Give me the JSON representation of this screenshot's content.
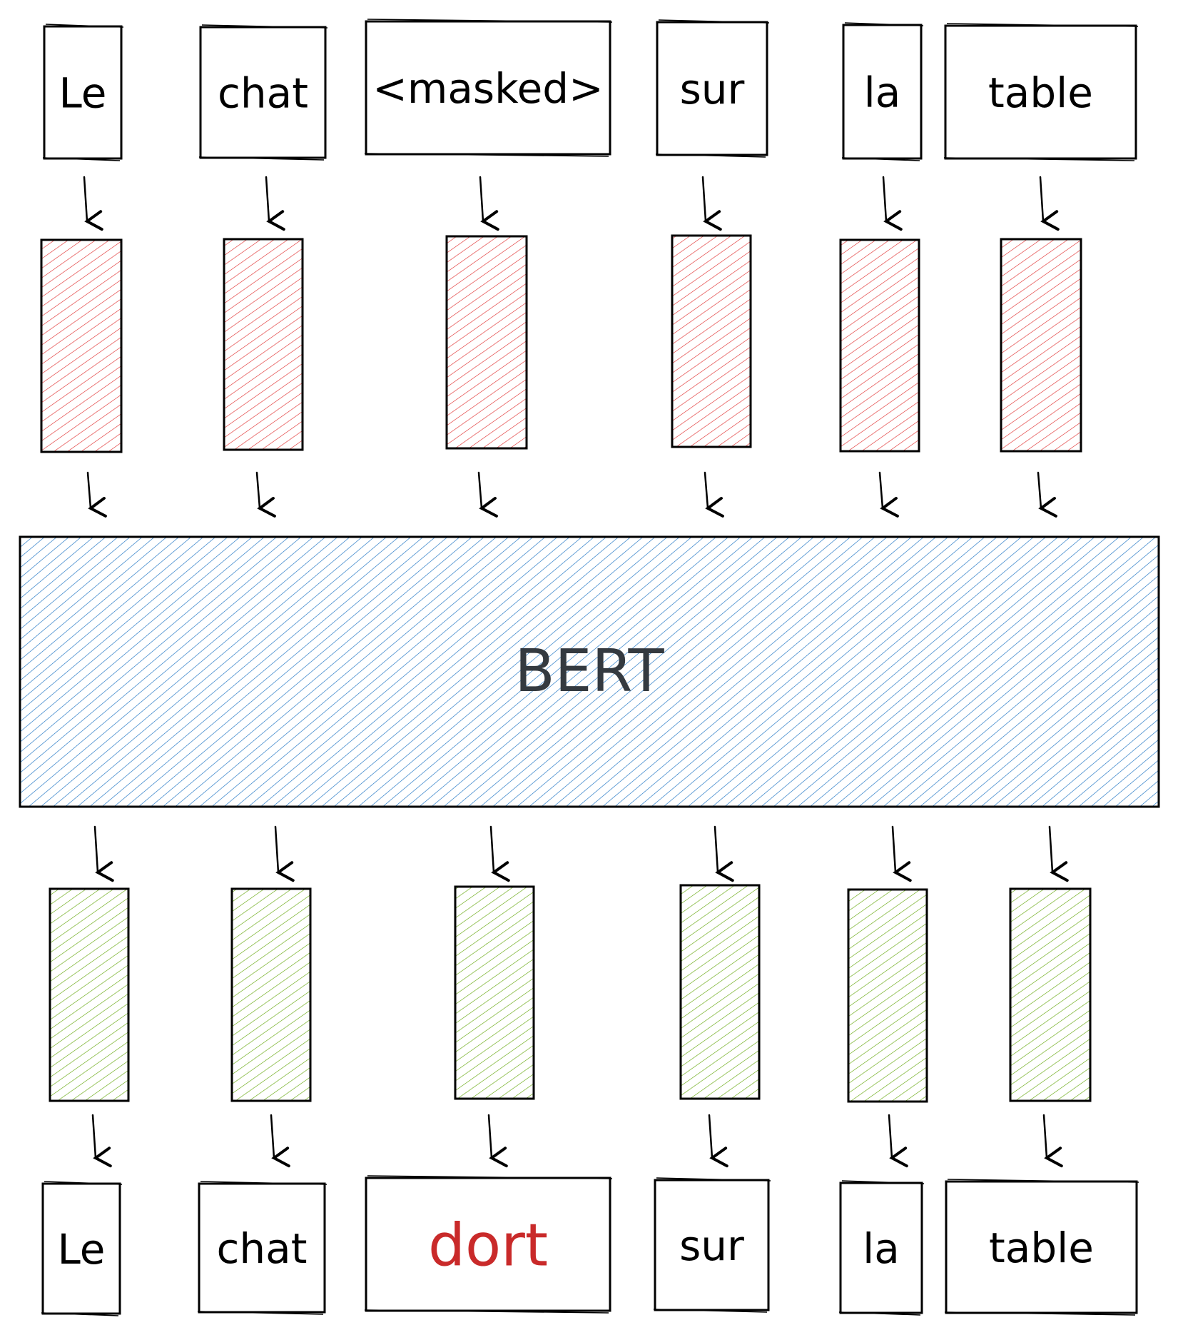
{
  "input_tokens": [
    "Le",
    "chat",
    "<masked>",
    "sur",
    "la",
    "table"
  ],
  "model_label": "BERT",
  "output_tokens": [
    "Le",
    "chat",
    "dort",
    "sur",
    "la",
    "table"
  ],
  "predicted_index": 2,
  "colors": {
    "stroke": "#000000",
    "input_embedding": "#e03131",
    "model": "#1971c2",
    "output_embedding": "#66a80f",
    "model_text": "#343a40",
    "predicted_text": "#c92a2a",
    "token_text": "#000000"
  }
}
